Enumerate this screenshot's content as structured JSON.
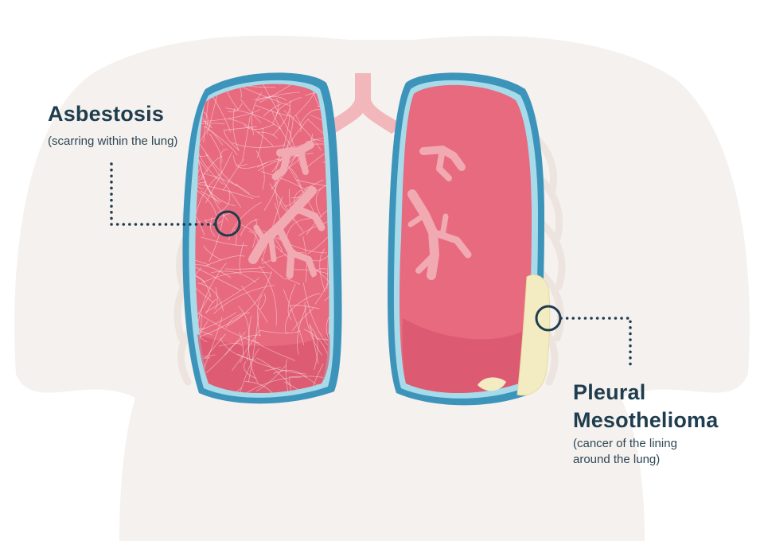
{
  "labels": {
    "asbestosis": {
      "title": "Asbestosis",
      "subtitle": "(scarring within the lung)"
    },
    "mesothelioma": {
      "title_line1": "Pleural",
      "title_line2": "Mesothelioma",
      "subtitle_line1": "(cancer of the lining",
      "subtitle_line2": "around the lung)"
    }
  },
  "colors": {
    "body_silhouette": "#f5f1ee",
    "lung_fill": "#e86a7f",
    "lung_fill_dark": "#d9576d",
    "pleura_outer": "#3d94bb",
    "pleura_inner": "#a7dbea",
    "airway": "#f1a9b2",
    "tumor": "#f3ecc2",
    "callout_line": "#1f3d4f",
    "label_text": "#1f3d4f"
  },
  "icons": {
    "asbestosis_marker": "circle-marker",
    "mesothelioma_marker": "circle-marker"
  }
}
